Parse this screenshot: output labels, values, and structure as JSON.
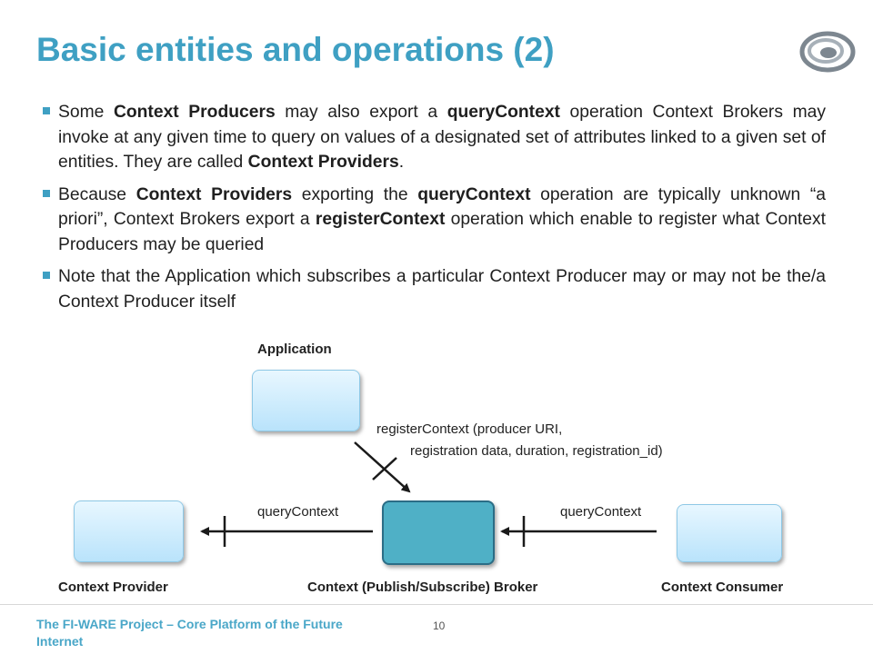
{
  "slide": {
    "title": "Basic entities and operations (2)",
    "bullets": [
      [
        {
          "t": "Some ",
          "b": false
        },
        {
          "t": "Context Producers",
          "b": true
        },
        {
          "t": " may also export a ",
          "b": false
        },
        {
          "t": "queryContext",
          "b": true
        },
        {
          "t": " operation Context Brokers may invoke at any given time to query on values of a designated set of attributes linked to a given set of entities. They are called ",
          "b": false
        },
        {
          "t": "Context Providers",
          "b": true
        },
        {
          "t": ".",
          "b": false
        }
      ],
      [
        {
          "t": "Because ",
          "b": false
        },
        {
          "t": "Context Providers",
          "b": true
        },
        {
          "t": " exporting the ",
          "b": false
        },
        {
          "t": "queryContext",
          "b": true
        },
        {
          "t": " operation are typically unknown “a priori”, Context Brokers export a ",
          "b": false
        },
        {
          "t": "registerContext",
          "b": true
        },
        {
          "t": " operation which enable to register what Context Producers may be queried",
          "b": false
        }
      ],
      [
        {
          "t": "Note that the Application which subscribes a particular Context Producer may or may not be the/a Context Producer itself",
          "b": false
        }
      ]
    ]
  },
  "diagram": {
    "nodes": {
      "application": "Application",
      "provider": "Context Provider",
      "broker": "Context (Publish/Subscribe) Broker",
      "consumer": "Context Consumer"
    },
    "edges": {
      "register_line1": "registerContext (producer URI,",
      "register_line2": "registration data, duration, registration_id)",
      "query_left": "queryContext",
      "query_right": "queryContext"
    },
    "colors": {
      "title": "#3fa0c3",
      "box_fill": "#c9ebfd",
      "broker_fill": "#4fb0c6",
      "broker_border": "#2b6d86"
    }
  },
  "footer": {
    "project": "The FI-WARE Project – Core Platform of the Future Internet",
    "page": "10"
  }
}
